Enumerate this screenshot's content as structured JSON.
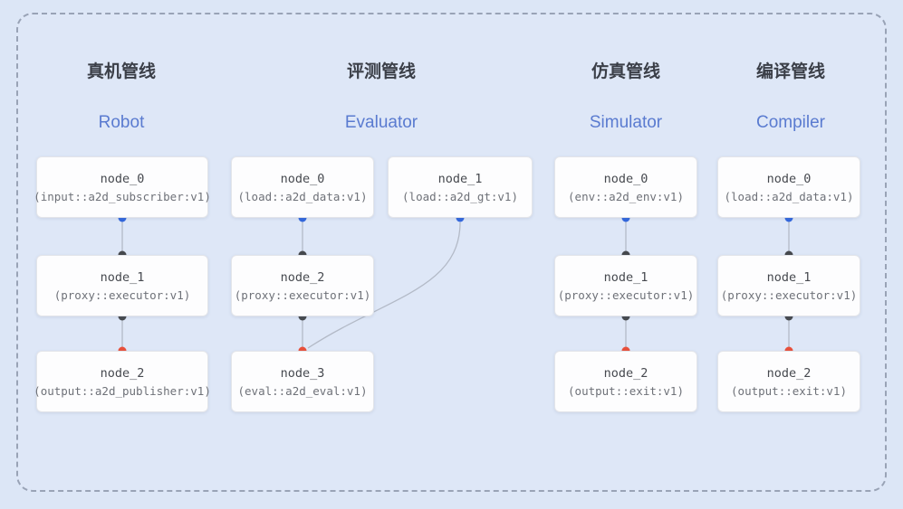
{
  "colors": {
    "background": "#dce6f6",
    "dashed_border": "#99a3b6",
    "title_text": "#3b3f48",
    "subtitle_blue": "#5a7bd0",
    "node_background": "#fdfdfe",
    "node_border": "#e3e5ea",
    "node_name_text": "#46494f",
    "node_type_text": "#6e7178",
    "edge": "#b3bac7",
    "port_output_blue": "#3166dd",
    "port_input_dark": "#45484d",
    "port_sink_red": "#e8503b"
  },
  "pipelines": [
    {
      "title_zh": "真机管线",
      "title_en": "Robot",
      "nodes": [
        {
          "name": "node_0",
          "type": "(input::a2d_subscriber:v1)"
        },
        {
          "name": "node_1",
          "type": "(proxy::executor:v1)"
        },
        {
          "name": "node_2",
          "type": "(output::a2d_publisher:v1)"
        }
      ]
    },
    {
      "title_zh": "评测管线",
      "title_en": "Evaluator",
      "nodes": [
        {
          "name": "node_0",
          "type": "(load::a2d_data:v1)"
        },
        {
          "name": "node_1",
          "type": "(load::a2d_gt:v1)"
        },
        {
          "name": "node_2",
          "type": "(proxy::executor:v1)"
        },
        {
          "name": "node_3",
          "type": "(eval::a2d_eval:v1)"
        }
      ]
    },
    {
      "title_zh": "仿真管线",
      "title_en": "Simulator",
      "nodes": [
        {
          "name": "node_0",
          "type": "(env::a2d_env:v1)"
        },
        {
          "name": "node_1",
          "type": "(proxy::executor:v1)"
        },
        {
          "name": "node_2",
          "type": "(output::exit:v1)"
        }
      ]
    },
    {
      "title_zh": "编译管线",
      "title_en": "Compiler",
      "nodes": [
        {
          "name": "node_0",
          "type": "(load::a2d_data:v1)"
        },
        {
          "name": "node_1",
          "type": "(proxy::executor:v1)"
        },
        {
          "name": "node_2",
          "type": "(output::exit:v1)"
        }
      ]
    }
  ]
}
